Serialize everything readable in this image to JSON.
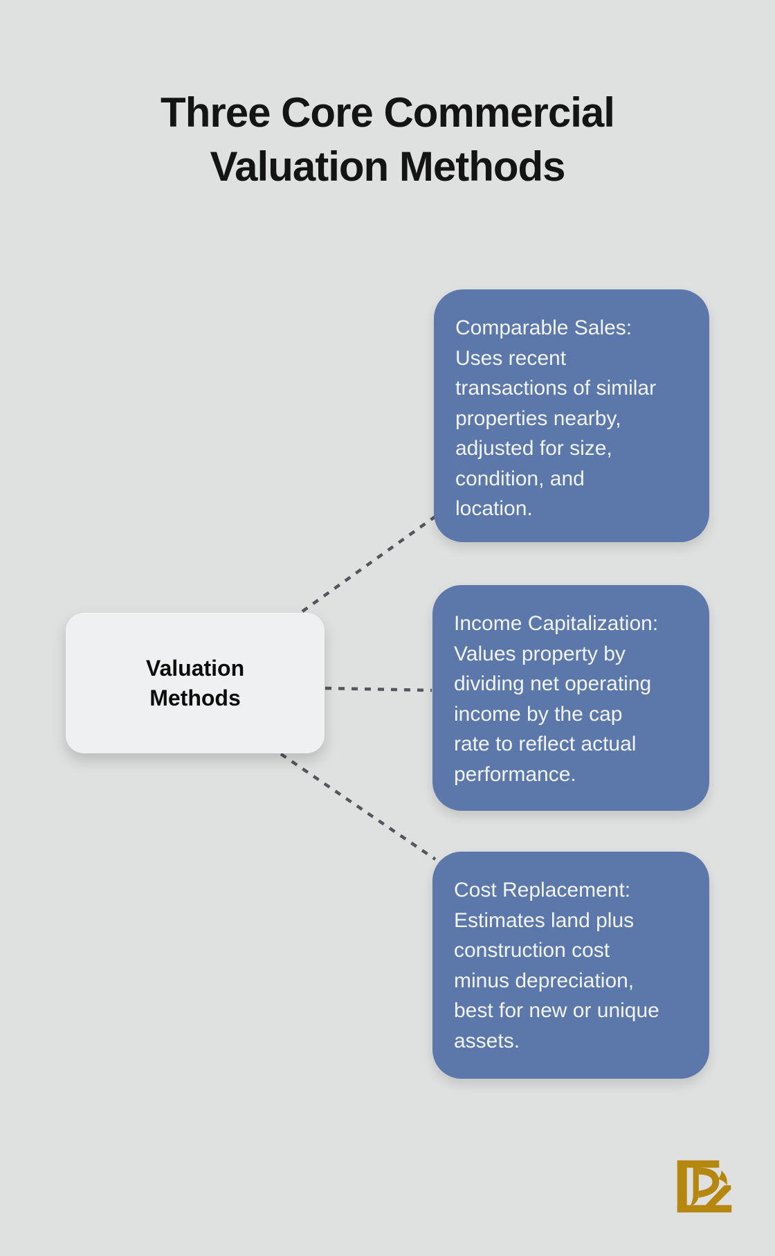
{
  "title": "Three Core Commercial\nValuation Methods",
  "center_node": {
    "label": "Valuation\nMethods"
  },
  "method_cards": [
    {
      "text": "Comparable Sales:\nUses recent\ntransactions of similar\nproperties nearby,\nadjusted for size,\ncondition, and\nlocation."
    },
    {
      "text": "Income Capitalization:\nValues property by\ndividing net operating\nincome by the cap\nrate to reflect actual\nperformance."
    },
    {
      "text": "Cost Replacement:\nEstimates land plus\nconstruction cost\nminus depreciation,\nbest for new or unique\nassets."
    }
  ],
  "branding": {
    "logo_monogram": "LP"
  },
  "colors": {
    "background": "#dfe0e0",
    "card_blue": "#5c77a9",
    "card_text": "#f1f4f8",
    "center_bg": "#eef0f1",
    "title_text": "#141414",
    "connector": "#53565a",
    "logo_gold": "#b5870e"
  }
}
